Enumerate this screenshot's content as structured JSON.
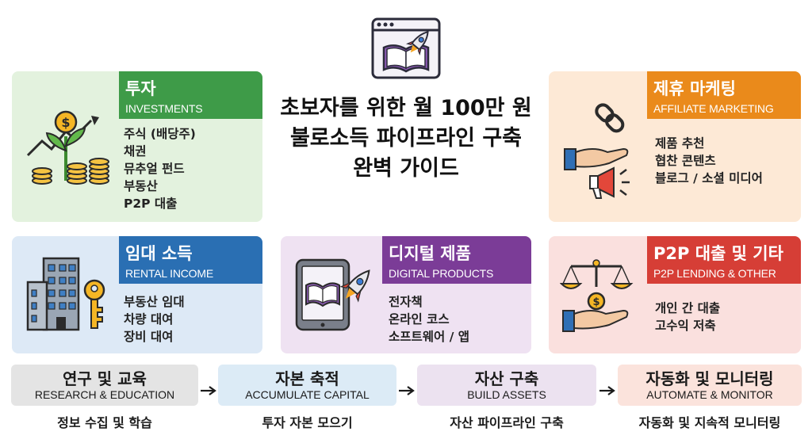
{
  "title": {
    "line1": "초보자를 위한 월 100만 원",
    "line2": "불로소득 파이프라인 구축",
    "line3": "완벽 가이드"
  },
  "cards": {
    "investments": {
      "title": "투자",
      "subtitle": "INVESTMENTS",
      "items": [
        "주식 (배당주)",
        "채권",
        "뮤추얼 펀드",
        "부동산",
        "P2P 대출"
      ],
      "color": "#3e9b48"
    },
    "affiliate": {
      "title": "제휴 마케팅",
      "subtitle": "AFFILIATE MARKETING",
      "items": [
        "제품 추천",
        "협찬 콘텐츠",
        "블로그 / 소셜 미디어"
      ],
      "color": "#ea8a1b"
    },
    "rental": {
      "title": "임대 소득",
      "subtitle": "RENTAL INCOME",
      "items": [
        "부동산 임대",
        "차량 대여",
        "장비 대여"
      ],
      "color": "#2a6fb3"
    },
    "digital": {
      "title": "디지털 제품",
      "subtitle": "DIGITAL PRODUCTS",
      "items": [
        "전자책",
        "온라인 코스",
        "소프트웨어 / 앱"
      ],
      "color": "#7b3c97"
    },
    "p2p": {
      "title": "P2P 대출 및 기타",
      "subtitle": "P2P LENDING & OTHER",
      "items": [
        "개인 간 대출",
        "고수익 저축"
      ],
      "color": "#d63e36"
    }
  },
  "steps": [
    {
      "title": "연구 및 교육",
      "subtitle": "RESEARCH & EDUCATION",
      "desc": "정보 수집 및 학습"
    },
    {
      "title": "자본 축적",
      "subtitle": "ACCUMULATE CAPITAL",
      "desc": "투자 자본 모으기"
    },
    {
      "title": "자산 구축",
      "subtitle": "BUILD ASSETS",
      "desc": "자산 파이프라인 구축"
    },
    {
      "title": "자동화 및 모니터링",
      "subtitle": "AUTOMATE & MONITOR",
      "desc": "자동화 및 지속적 모니터링"
    }
  ],
  "icons": {
    "header": "book-rocket-icon",
    "investments": "money-plant-icon",
    "affiliate": "link-hand-megaphone-icon",
    "rental": "building-key-icon",
    "digital": "tablet-book-rocket-icon",
    "p2p": "scale-hand-coin-icon"
  }
}
